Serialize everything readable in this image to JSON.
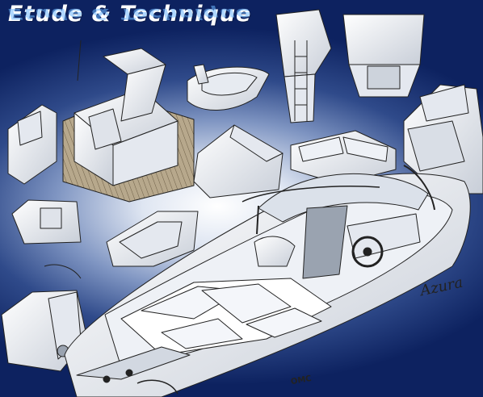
{
  "header": {
    "title": "Etude & Technique"
  },
  "hull": {
    "model_name": "Azura",
    "brand_mark": "OMC"
  },
  "icons": [
    "boat-drawing",
    "helm-drawing",
    "ladder-drawing",
    "seat-drawing",
    "console-drawing",
    "steering-wheel-icon"
  ],
  "colors": {
    "background_dark": "#0d2260",
    "background_light": "#ffffff",
    "title_text": "#ffffff",
    "title_reflection": "#6fb8ff",
    "line_art": "#222222"
  }
}
